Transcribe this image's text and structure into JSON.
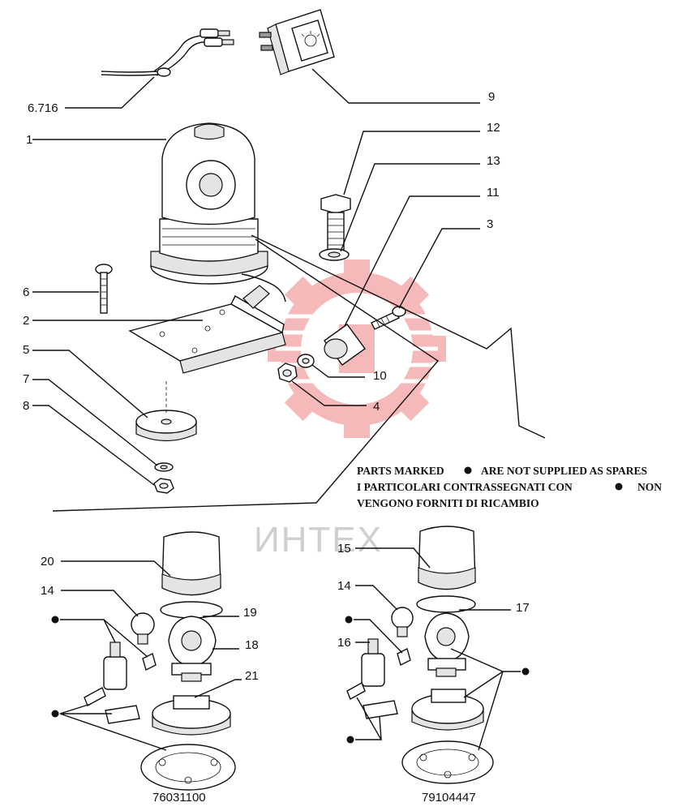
{
  "diagram": {
    "watermark": "ИНТЕХ",
    "notes": [
      "PARTS MARKED",
      "ARE NOT SUPPLIED AS SPARES",
      "I PARTICOLARI CONTRASSEGNATI CON",
      "NON",
      "VENGONO FORNITI DI RICAMBIO"
    ],
    "callouts": {
      "c6716": "6.716",
      "c9": "9",
      "c1": "1",
      "c12": "12",
      "c13": "13",
      "c11": "11",
      "c3": "3",
      "c6": "6",
      "c2": "2",
      "c5": "5",
      "c10": "10",
      "c7": "7",
      "c4": "4",
      "c8": "8",
      "c20": "20",
      "c14a": "14",
      "c19": "19",
      "c18": "18",
      "c21": "21",
      "c15": "15",
      "c14b": "14",
      "c17": "17",
      "c16": "16"
    },
    "codes": {
      "left": "76031100",
      "right": "79104447"
    },
    "colors": {
      "watermark_red": "#f08080",
      "ink": "#111111"
    }
  }
}
